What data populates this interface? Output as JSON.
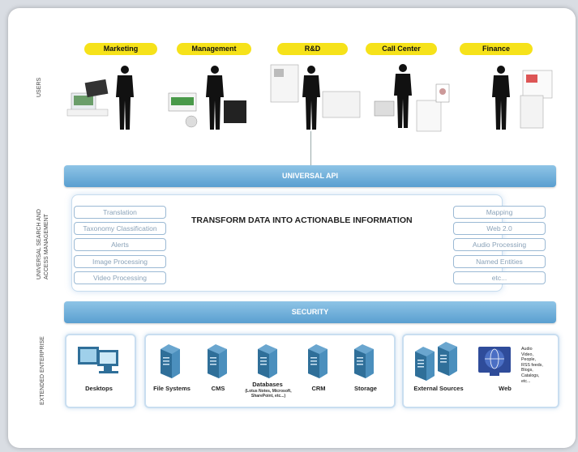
{
  "side_labels": {
    "users": "USERS",
    "universal": "UNIVERSAL SEARCH AND ACCESS MANAGEMENT",
    "extended": "EXTENDED ENTERPRISE"
  },
  "users": [
    "Marketing",
    "Management",
    "R&D",
    "Call Center",
    "Finance"
  ],
  "bands": {
    "api": "UNIVERSAL API",
    "security": "SECURITY"
  },
  "center_title": "TRANSFORM DATA INTO ACTIONABLE INFORMATION",
  "left_capabilities": [
    "Translation",
    "Taxonomy Classification",
    "Alerts",
    "Image Processing",
    "Video Processing"
  ],
  "right_capabilities": [
    "Mapping",
    "Web 2.0",
    "Audio Processing",
    "Named Entities",
    "etc..."
  ],
  "sources": {
    "desktops": "Desktops",
    "file_systems": "File Systems",
    "cms": "CMS",
    "databases": "Databases",
    "databases_note": "(Lotus Notes, Microsoft, SharePoint, etc...)",
    "crm": "CRM",
    "storage": "Storage",
    "external": "External Sources",
    "web": "Web",
    "web_note": [
      "Audio",
      "Video,",
      "People,",
      "RSS feeds,",
      "Blogs,",
      "Catalogs,",
      "etc..."
    ]
  },
  "colors": {
    "pill": "#f6e21a",
    "band": "#6aaad7",
    "server": "#3a7aa4"
  }
}
